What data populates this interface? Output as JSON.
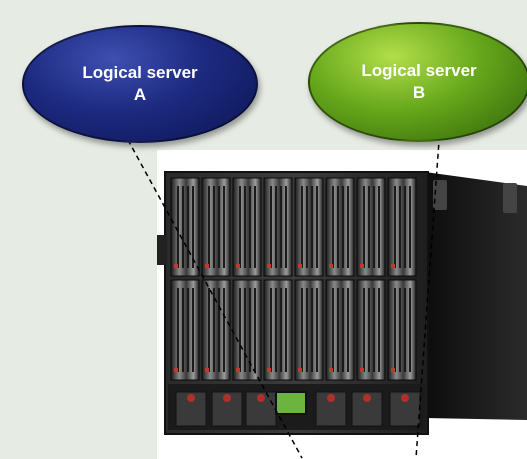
{
  "server_a": {
    "line1": "Logical server",
    "line2": "A",
    "color": "#1d2a80"
  },
  "server_b": {
    "line1": "Logical server",
    "line2": "B",
    "color": "#67a81c"
  },
  "enclosure": {
    "icon": "blade-server-enclosure"
  },
  "connectors": {
    "style": "dashed"
  }
}
